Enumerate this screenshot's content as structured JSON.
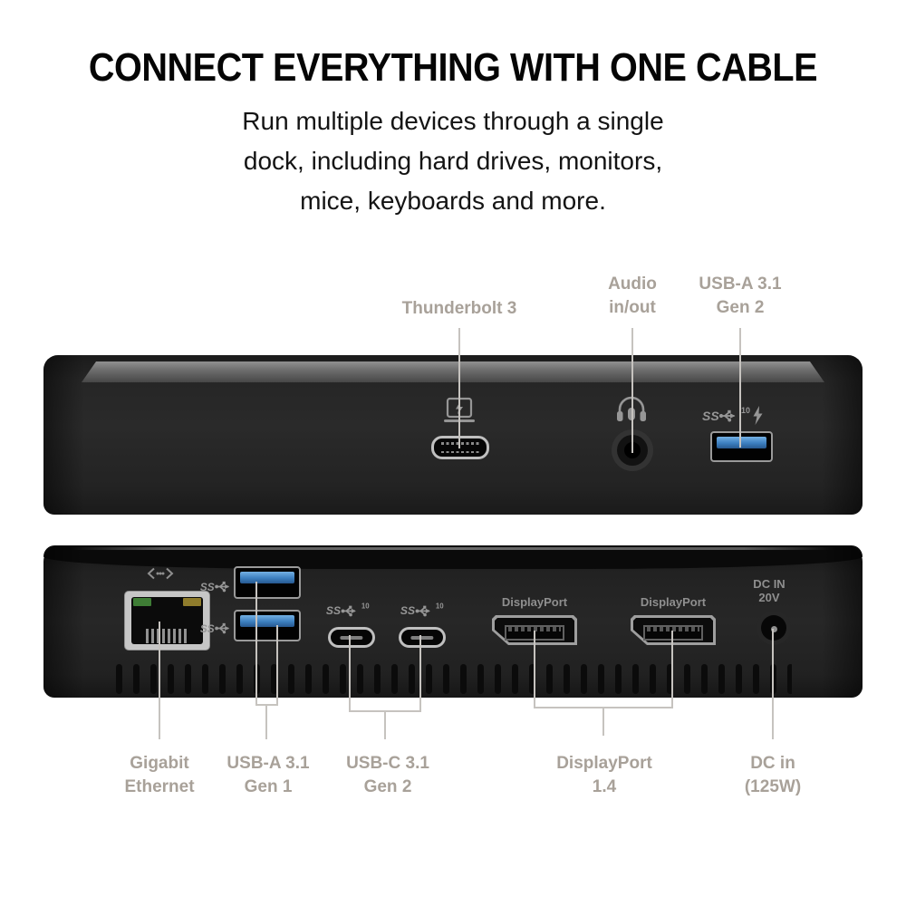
{
  "header": {
    "title": "CONNECT EVERYTHING WITH ONE CABLE",
    "subtitle_lines": [
      "Run multiple devices through a single",
      "dock, including hard drives, monitors,",
      "mice, keyboards and more."
    ]
  },
  "colors": {
    "callout_label": "#a8a199",
    "callout_line": "#c6c3bf",
    "usb_port_blue": "#3c7fc0",
    "ethernet_led_green": "#3e7d35",
    "ethernet_led_amber": "#8f7c2c",
    "dock_body": "#262626"
  },
  "front_view": {
    "callouts": {
      "thunderbolt": {
        "lines": [
          "Thunderbolt 3"
        ]
      },
      "audio": {
        "lines": [
          "Audio",
          "in/out"
        ]
      },
      "usb_a": {
        "lines": [
          "USB-A 3.1",
          "Gen 2"
        ]
      }
    },
    "icons": {
      "thunderbolt_port": "laptop-bolt-icon",
      "audio_port": "headset-mic-icon",
      "usb_a_port": "usb-ss10-bolt-icon"
    }
  },
  "rear_view": {
    "port_markings": {
      "ethernet_icon": "ethernet-icon",
      "usb_a_icons": "usb-ss-icon",
      "usb_c_icons": "usb-ss10-icon",
      "displayport_1": "DisplayPort",
      "displayport_2": "DisplayPort",
      "dc_in_lines": [
        "DC IN",
        "20V"
      ]
    },
    "callouts": {
      "ethernet": {
        "lines": [
          "Gigabit",
          "Ethernet"
        ]
      },
      "usb_a": {
        "lines": [
          "USB-A 3.1",
          "Gen 1"
        ]
      },
      "usb_c": {
        "lines": [
          "USB-C 3.1",
          "Gen 2"
        ]
      },
      "displayport": {
        "lines": [
          "DisplayPort",
          "1.4"
        ]
      },
      "dc": {
        "lines": [
          "DC in",
          "(125W)"
        ]
      }
    }
  },
  "port_icon_text": {
    "ss": "SS",
    "ten": "10"
  }
}
